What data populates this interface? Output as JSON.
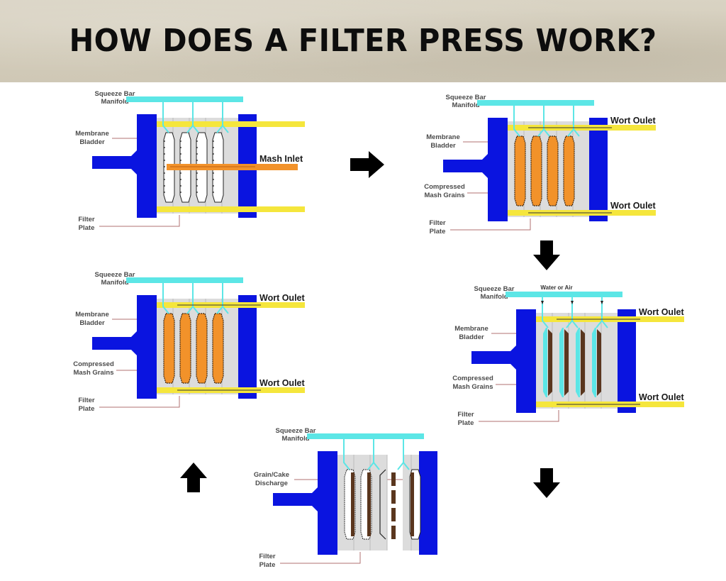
{
  "title": "HOW DOES A FILTER PRESS WORK?",
  "colors": {
    "frame_blue": "#0a14e0",
    "manifold_cyan": "#5ce6e6",
    "outlet_yellow": "#f5e63c",
    "plate_gray": "#dcdcdc",
    "mash_orange": "#f2922a",
    "cake_brown": "#5a361e",
    "leader_line": "#b07070",
    "arrow_black": "#000000"
  },
  "flow_arrows": [
    {
      "name": "arrow-step1-to-step2",
      "direction": "right"
    },
    {
      "name": "arrow-step2-to-step3",
      "direction": "down"
    },
    {
      "name": "arrow-step3-to-step4",
      "direction": "down"
    },
    {
      "name": "arrow-step4-to-step5",
      "direction": "up"
    }
  ],
  "panels": [
    {
      "id": "step-1-filling",
      "state": "filling",
      "labels": {
        "manifold": [
          "Squeeze Bar",
          "Manifold"
        ],
        "bladder": [
          "Membrane",
          "Bladder"
        ],
        "plate": [
          "Filter",
          "Plate"
        ],
        "inlet": "Mash Inlet"
      }
    },
    {
      "id": "step-2-filtering",
      "state": "filtered",
      "labels": {
        "manifold": [
          "Squeeze Bar",
          "Manifold"
        ],
        "bladder": [
          "Membrane",
          "Bladder"
        ],
        "grains": [
          "Compressed",
          "Mash Grains"
        ],
        "plate": [
          "Filter",
          "Plate"
        ],
        "outlet_top": "Wort Oulet",
        "outlet_bottom": "Wort Oulet"
      }
    },
    {
      "id": "step-3-filtered",
      "state": "filtered",
      "labels": {
        "manifold": [
          "Squeeze Bar",
          "Manifold"
        ],
        "bladder": [
          "Membrane",
          "Bladder"
        ],
        "grains": [
          "Compressed",
          "Mash Grains"
        ],
        "plate": [
          "Filter",
          "Plate"
        ],
        "outlet_top": "Wort Oulet",
        "outlet_bottom": "Wort Oulet"
      }
    },
    {
      "id": "step-4-squeezing",
      "state": "squeezed",
      "labels": {
        "manifold": [
          "Squeeze Bar",
          "Manifold"
        ],
        "manifold_top": "Water or Air",
        "bladder": [
          "Membrane",
          "Bladder"
        ],
        "grains": [
          "Compressed",
          "Mash Grains"
        ],
        "plate": [
          "Filter",
          "Plate"
        ],
        "outlet_top": "Wort Oulet",
        "outlet_bottom": "Wort Oulet"
      }
    },
    {
      "id": "step-5-discharge",
      "state": "discharge",
      "labels": {
        "manifold": [
          "Squeeze Bar",
          "Manifold"
        ],
        "discharge": [
          "Grain/Cake",
          "Discharge"
        ],
        "plate": [
          "Filter",
          "Plate"
        ]
      }
    }
  ]
}
